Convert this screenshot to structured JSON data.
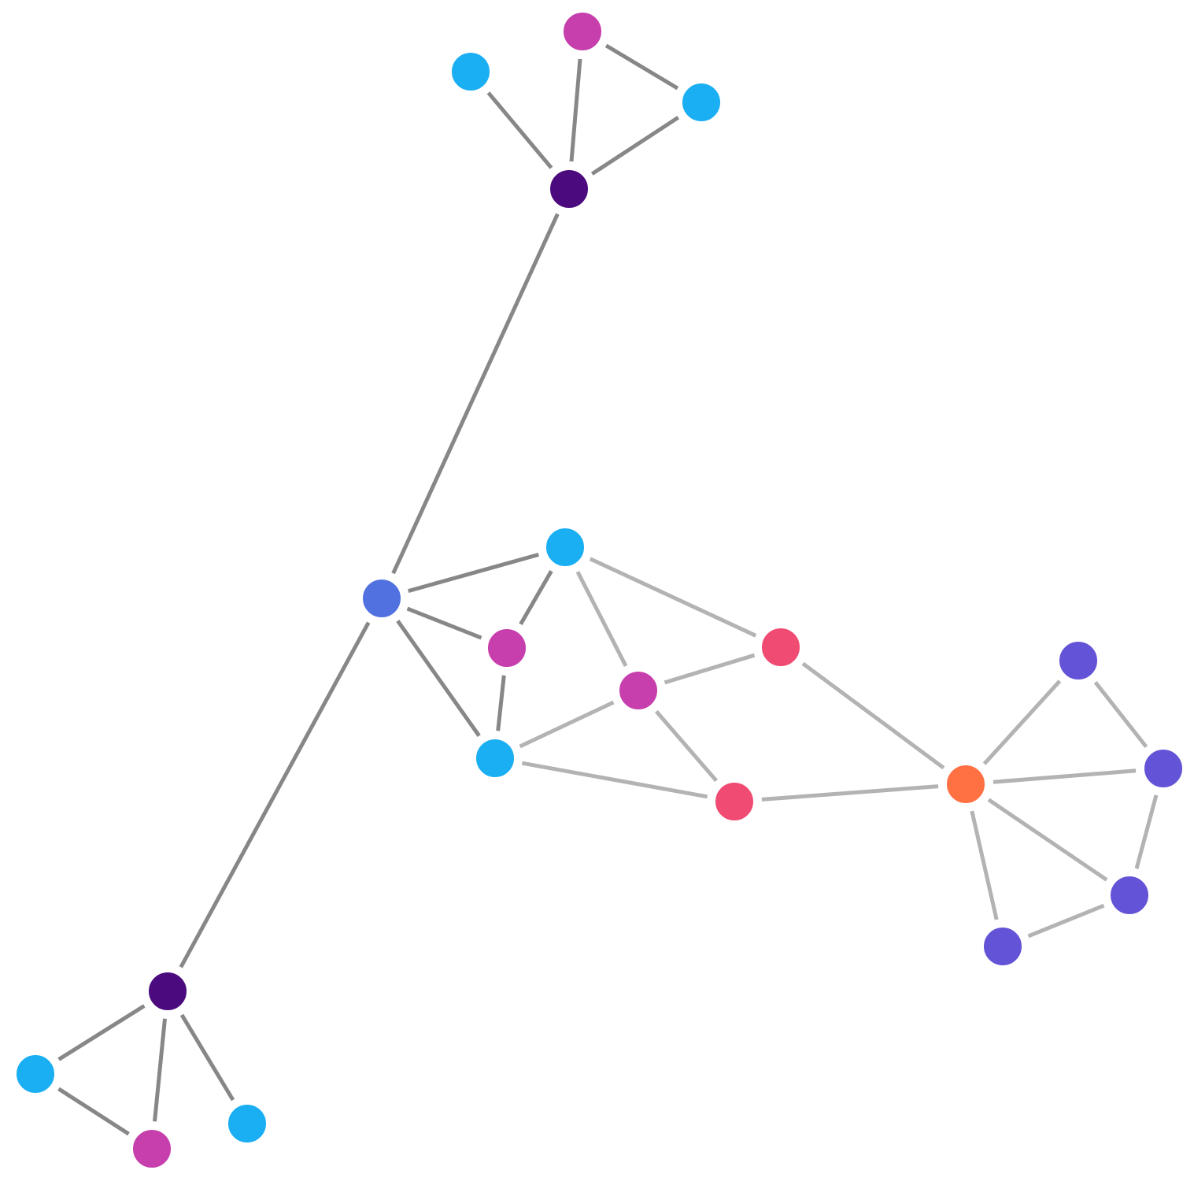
{
  "colors": {
    "background": "#ffffff",
    "node_stroke": "#ffffff",
    "edge_dark": "#878787",
    "edge_light": "#b3b3b3"
  },
  "nodes": [
    {
      "id": "n1",
      "color": "#c63fac"
    },
    {
      "id": "n2",
      "color": "#1aaef2"
    },
    {
      "id": "n3",
      "color": "#1aaef2"
    },
    {
      "id": "n4",
      "color": "#4b0a7d"
    },
    {
      "id": "n5",
      "color": "#5071df"
    },
    {
      "id": "n6",
      "color": "#1aaef2"
    },
    {
      "id": "n7",
      "color": "#c63fac"
    },
    {
      "id": "n8",
      "color": "#c63fac"
    },
    {
      "id": "n9",
      "color": "#f04b73"
    },
    {
      "id": "n10",
      "color": "#1aaef2"
    },
    {
      "id": "n11",
      "color": "#f04b73"
    },
    {
      "id": "n12",
      "color": "#ff7043"
    },
    {
      "id": "n13",
      "color": "#6353d6"
    },
    {
      "id": "n14",
      "color": "#6353d6"
    },
    {
      "id": "n15",
      "color": "#6353d6"
    },
    {
      "id": "n16",
      "color": "#6353d6"
    },
    {
      "id": "n17",
      "color": "#4b0a7d"
    },
    {
      "id": "n18",
      "color": "#1aaef2"
    },
    {
      "id": "n19",
      "color": "#c63fac"
    },
    {
      "id": "n20",
      "color": "#1aaef2"
    }
  ],
  "edges": [
    {
      "source": "n4",
      "target": "n2",
      "tone": "dark"
    },
    {
      "source": "n4",
      "target": "n1",
      "tone": "dark"
    },
    {
      "source": "n4",
      "target": "n3",
      "tone": "dark"
    },
    {
      "source": "n1",
      "target": "n3",
      "tone": "dark"
    },
    {
      "source": "n4",
      "target": "n5",
      "tone": "dark"
    },
    {
      "source": "n5",
      "target": "n17",
      "tone": "dark"
    },
    {
      "source": "n5",
      "target": "n6",
      "tone": "dark"
    },
    {
      "source": "n5",
      "target": "n7",
      "tone": "dark"
    },
    {
      "source": "n5",
      "target": "n10",
      "tone": "dark"
    },
    {
      "source": "n6",
      "target": "n7",
      "tone": "dark"
    },
    {
      "source": "n7",
      "target": "n10",
      "tone": "dark"
    },
    {
      "source": "n17",
      "target": "n18",
      "tone": "dark"
    },
    {
      "source": "n17",
      "target": "n19",
      "tone": "dark"
    },
    {
      "source": "n17",
      "target": "n20",
      "tone": "dark"
    },
    {
      "source": "n18",
      "target": "n19",
      "tone": "dark"
    },
    {
      "source": "n6",
      "target": "n8",
      "tone": "light"
    },
    {
      "source": "n6",
      "target": "n9",
      "tone": "light"
    },
    {
      "source": "n8",
      "target": "n9",
      "tone": "light"
    },
    {
      "source": "n8",
      "target": "n10",
      "tone": "light"
    },
    {
      "source": "n8",
      "target": "n11",
      "tone": "light"
    },
    {
      "source": "n10",
      "target": "n11",
      "tone": "light"
    },
    {
      "source": "n9",
      "target": "n12",
      "tone": "light"
    },
    {
      "source": "n11",
      "target": "n12",
      "tone": "light"
    },
    {
      "source": "n12",
      "target": "n13",
      "tone": "light"
    },
    {
      "source": "n12",
      "target": "n14",
      "tone": "light"
    },
    {
      "source": "n12",
      "target": "n15",
      "tone": "light"
    },
    {
      "source": "n12",
      "target": "n16",
      "tone": "light"
    },
    {
      "source": "n13",
      "target": "n14",
      "tone": "light"
    },
    {
      "source": "n14",
      "target": "n15",
      "tone": "light"
    },
    {
      "source": "n15",
      "target": "n16",
      "tone": "light"
    }
  ]
}
